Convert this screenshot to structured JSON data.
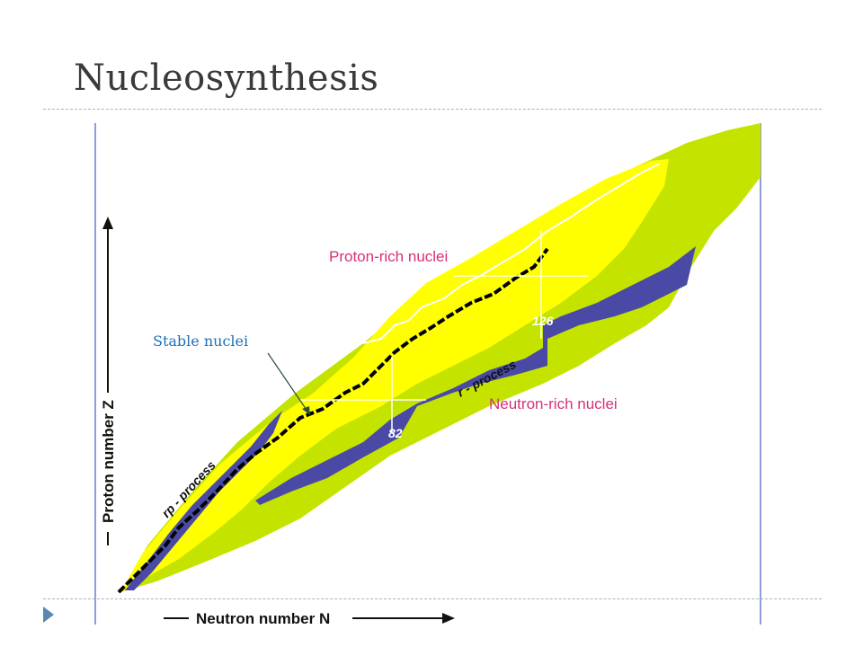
{
  "slide": {
    "title": "Nucleosynthesis"
  },
  "figure": {
    "x_axis_label": "Neutron number N",
    "y_axis_label": "Proton number Z",
    "region_proton_rich": "Proton-rich nuclei",
    "region_neutron_rich": "Neutron-rich nuclei",
    "rp_process_label": "rp - process",
    "r_process_label": "r - process",
    "magic_number_82": "82",
    "magic_number_126": "126",
    "annotation_stable": "Stable nuclei",
    "colors": {
      "outer_band": "#c4e400",
      "inner_band": "#ffff00",
      "r_process": "#4a4aa6",
      "stable": "#000000",
      "proton_label": "#d8307a",
      "annotation": "#1f6fb8"
    }
  }
}
